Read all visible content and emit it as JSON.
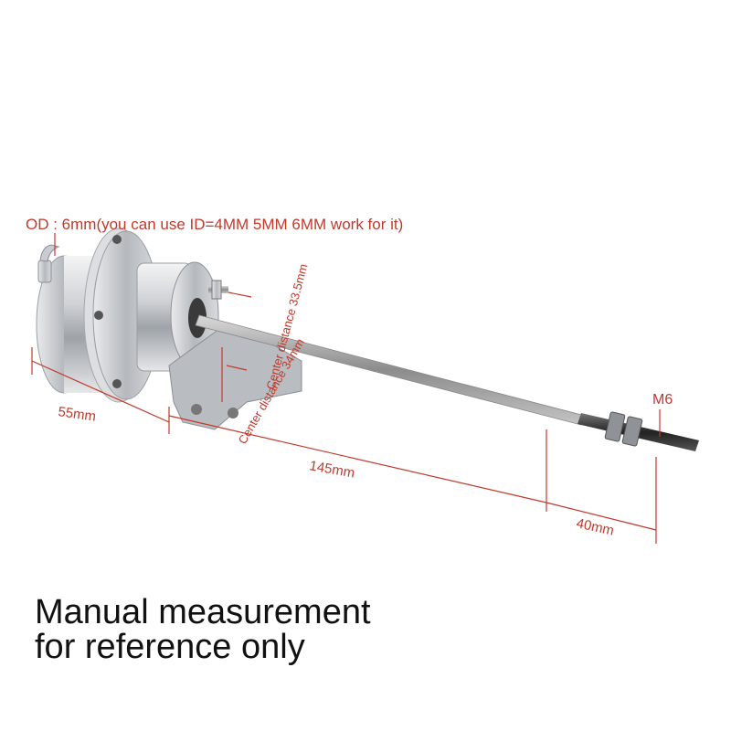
{
  "annotations": {
    "od_note": "OD : 6mm(you can use ID=4MM 5MM 6MM work for it)",
    "center_distance_1": "Center distance 33.5mm",
    "center_distance_2": "Center distance 34mm",
    "dim_55": "55mm",
    "dim_145": "145mm",
    "dim_40": "40mm",
    "thread": "M6"
  },
  "caption": {
    "line1": "Manual measurement",
    "line2": "for reference only"
  },
  "colors": {
    "dimension": "#c0392b",
    "caption": "#111111",
    "background": "#ffffff"
  }
}
